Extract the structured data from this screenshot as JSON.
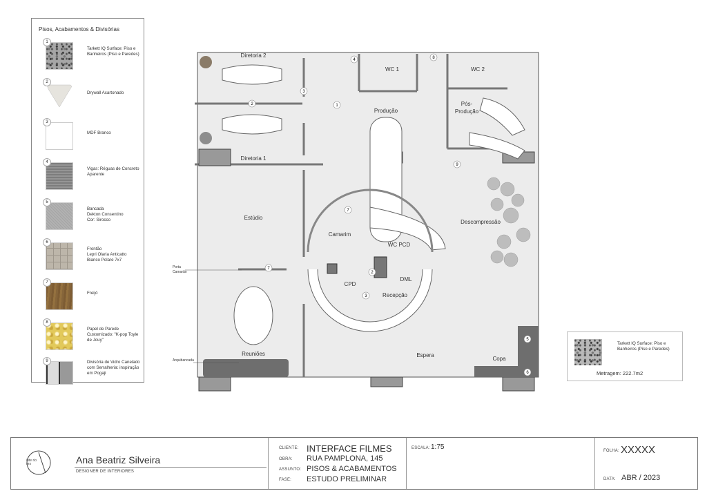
{
  "legend": {
    "title": "Pisos, Acabamentos & Divisórias",
    "items": [
      {
        "num": "1",
        "text": "Tarkett IQ Surface: Piso e Banheiros (Piso e Paredes)",
        "color": "#9a9a9a"
      },
      {
        "num": "2",
        "text": "Drywall Acartonado",
        "color": "#e6e4de"
      },
      {
        "num": "3",
        "text": "MDF Branco",
        "color": "#ffffff"
      },
      {
        "num": "4",
        "text": "Vigas: Réguas de Concreto Aparente",
        "color": "#8c8c8c"
      },
      {
        "num": "5",
        "text": "Bancada\nDekton Consentino\nCor: Sirocco",
        "color": "#a9a9a9"
      },
      {
        "num": "6",
        "text": "Frontão\nLepri Olaria Anticatto\nBianco Polare 7x7",
        "color": "#b8b1a6"
      },
      {
        "num": "7",
        "text": "Freijó",
        "color": "#8b6a3e"
      },
      {
        "num": "8",
        "text": "Papel de Parede Customizado: \"K-pop Toyle de Jouy\"",
        "color": "#e2c95a"
      },
      {
        "num": "9",
        "text": "Divisória de Vidro Canelado com Serralheria: inspiração em Pogaji",
        "color": "#6e6e6e"
      }
    ]
  },
  "plan": {
    "rooms": {
      "diretoria2": "Diretoria 2",
      "diretoria1": "Diretoria 1",
      "wc1": "WC 1",
      "wc2": "WC 2",
      "producao": "Produção",
      "posproducao1": "Pós-",
      "posproducao2": "Produção",
      "estudio": "Estúdio",
      "camarim": "Camarim",
      "wcpcd": "WC PCD",
      "descompressao": "Descompressão",
      "cpd": "CPD",
      "dml": "DML",
      "recepcao": "Recepção",
      "reunioes": "Reuniões",
      "espera": "Espera",
      "copa": "Copa"
    },
    "notes": {
      "porta1": "Porta",
      "porta2": "Camarão",
      "arquibancada": "Arquibancada"
    },
    "tags": {
      "t1": "1",
      "t2": "2",
      "t3": "3",
      "t4": "4",
      "t5": "5",
      "t6": "6",
      "t7": "7",
      "t8": "8",
      "t9": "9"
    }
  },
  "card": {
    "text": "Tarkett IQ Surface: Piso e Banheiros (Piso e Paredes)",
    "area": "Metragem: 222.7m2"
  },
  "titleblock": {
    "designer_name": "Ana Beatriz Silveira",
    "designer_role": "DESIGNER DE INTERIORES",
    "logo_text": "inte rio res",
    "cliente_label": "CLIENTE:",
    "cliente": "INTERFACE FILMES",
    "obra_label": "OBRA:",
    "obra": "RUA PAMPLONA, 145",
    "assunto_label": "ASSUNTO:",
    "assunto": "PISOS & ACABAMENTOS",
    "fase_label": "FASE:",
    "fase": "ESTUDO PRELIMINAR",
    "escala_label": "ESCALA:",
    "escala": "1:75",
    "folha_label": "FOLHA:",
    "folha": "XXXXX",
    "data_label": "DATA:",
    "data": "ABR / 2023"
  }
}
